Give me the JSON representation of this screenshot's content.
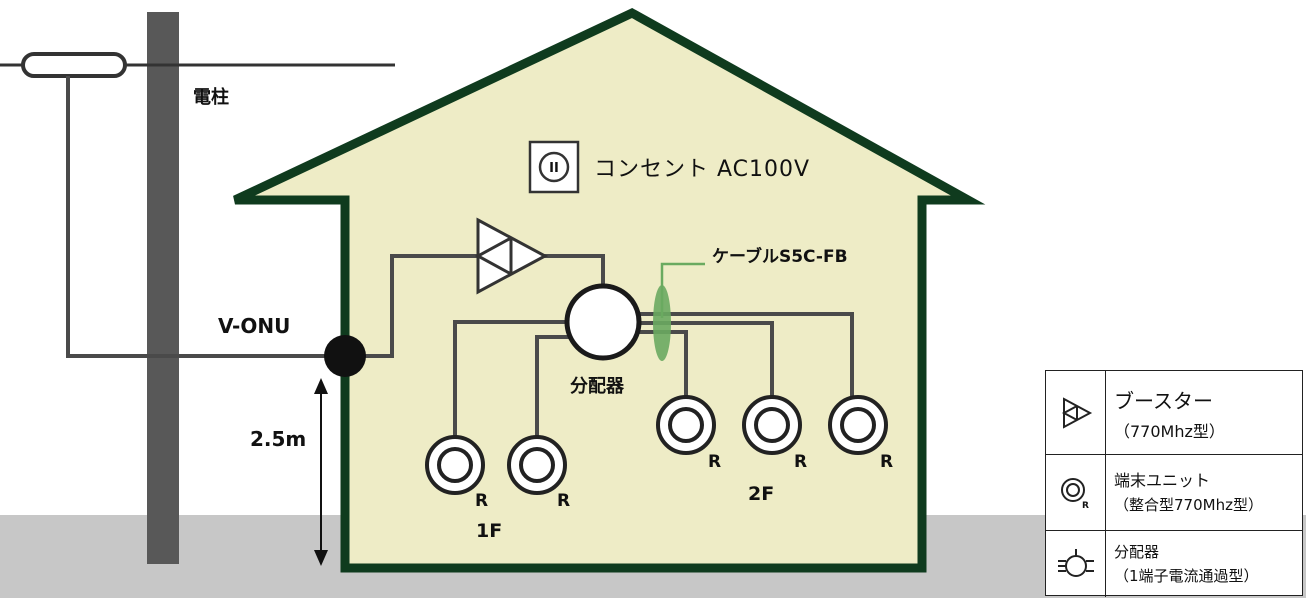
{
  "labels": {
    "pole": "電柱",
    "outlet": "コンセント AC100V",
    "cable": "ケーブルS5C-FB",
    "vonu": "V-ONU",
    "height": "2.5m",
    "splitter": "分配器",
    "floor1": "1F",
    "floor2": "2F",
    "terminal_mark": "R",
    "outlet_icon": "II"
  },
  "legend": [
    {
      "icon": "booster-icon",
      "name": "ブースター",
      "detail": "（770Mhz型）"
    },
    {
      "icon": "terminal-unit-icon",
      "name": "端末ユニット",
      "detail": "（整合型770Mhz型）",
      "mark": "R"
    },
    {
      "icon": "splitter-icon",
      "name": "分配器",
      "detail": "（1端子電流通過型）"
    }
  ],
  "colors": {
    "house_fill": "#eeecc6",
    "house_outline": "#0f3b1e",
    "ground": "#c7c7c7",
    "pole": "#585858",
    "wire": "#4a4a4a",
    "cable_marker": "#6aaa60"
  }
}
